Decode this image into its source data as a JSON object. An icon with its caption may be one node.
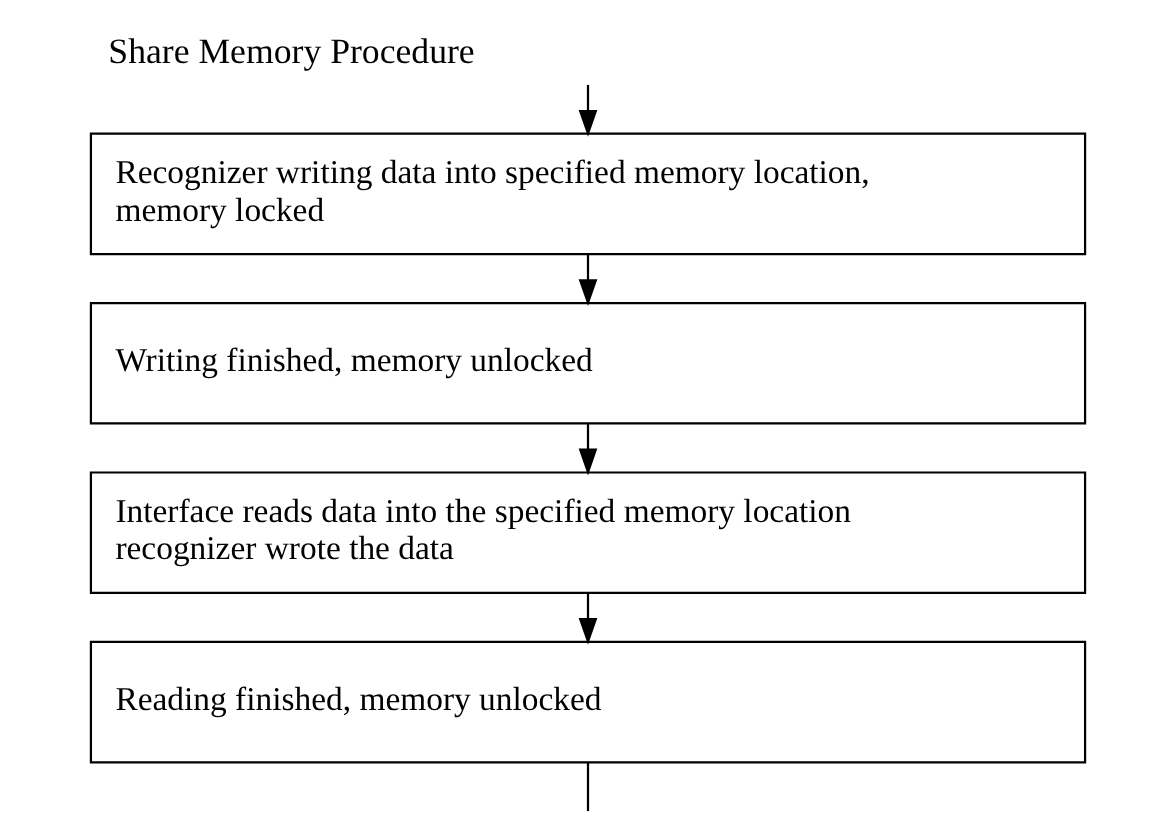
{
  "diagram": {
    "title": "Share Memory Procedure",
    "nodes": [
      {
        "text": [
          "Recognizer writing data into specified memory location, memory locked"
        ]
      },
      {
        "text": [
          "Writing finished, memory unlocked"
        ]
      },
      {
        "text": [
          "Interface reads data into the specified memory location recognizer wrote the data"
        ]
      },
      {
        "text": [
          "Reading finished, memory unlocked"
        ]
      }
    ],
    "edges": [
      {
        "from": null,
        "to": 0,
        "arrow": "to"
      },
      {
        "from": 0,
        "to": 1,
        "arrow": "to"
      },
      {
        "from": 1,
        "to": 2,
        "arrow": "to"
      },
      {
        "from": 2,
        "to": 3,
        "arrow": "to"
      },
      {
        "from": 3,
        "to": null,
        "arrow": "none"
      }
    ]
  }
}
